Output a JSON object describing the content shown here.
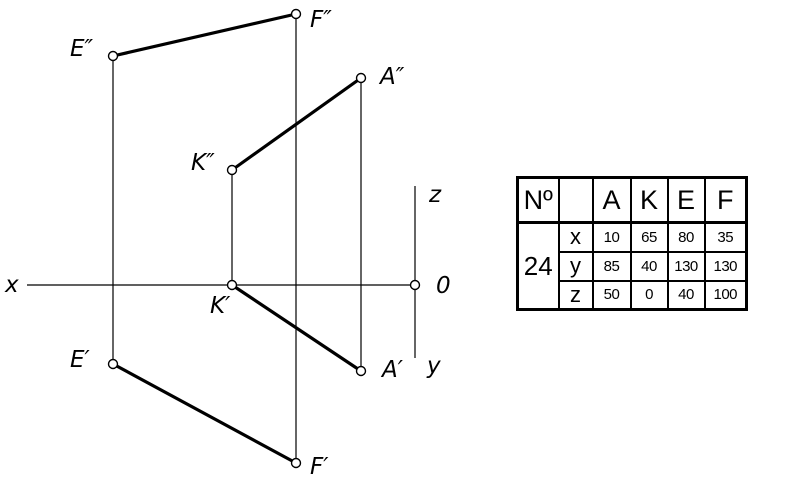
{
  "drawing": {
    "axis_labels": {
      "x": "x",
      "z": "z",
      "y": "y",
      "origin": "0"
    },
    "point_labels": {
      "F_front": "F″",
      "E_front": "E″",
      "A_front": "A″",
      "K_front": "K″",
      "K_top": "K′",
      "E_top": "E′",
      "A_top": "A′",
      "F_top": "F′"
    }
  },
  "table": {
    "no_header": "Nº",
    "task_number": "24",
    "point_headers": [
      "A",
      "K",
      "E",
      "F"
    ],
    "rows": [
      {
        "label": "x",
        "values": [
          "10",
          "65",
          "80",
          "35"
        ]
      },
      {
        "label": "y",
        "values": [
          "85",
          "40",
          "130",
          "130"
        ]
      },
      {
        "label": "z",
        "values": [
          "50",
          "0",
          "40",
          "100"
        ]
      }
    ]
  }
}
